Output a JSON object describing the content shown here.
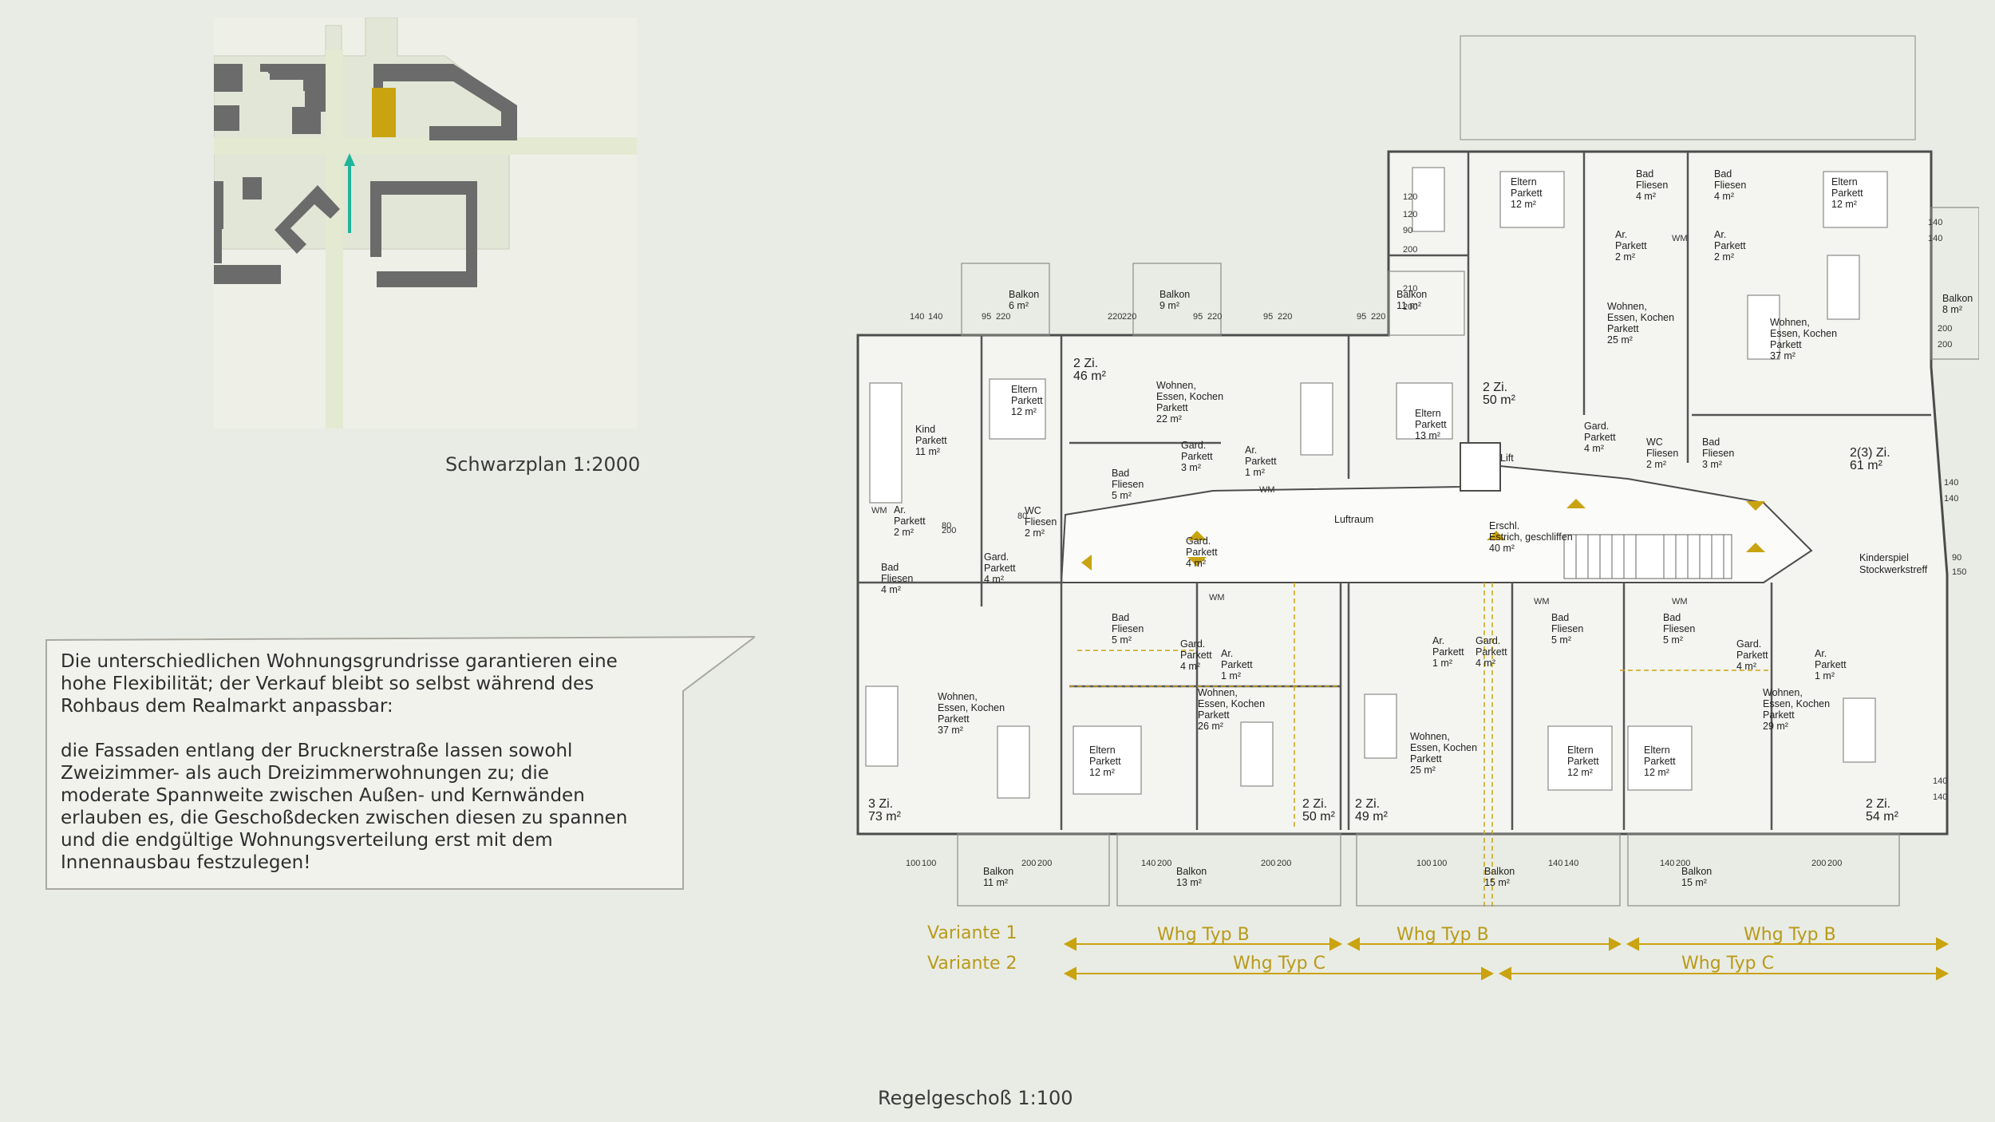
{
  "site_plan": {
    "caption": "Schwarzplan 1:2000",
    "highlight_color": "#c9a310",
    "north_arrow_color": "#1fb59a"
  },
  "description": {
    "paragraph_1": "Die unterschiedlichen Wohnungsgrundrisse garantieren eine hohe Flexibilität; der Verkauf bleibt so selbst während des Rohbaus dem Realmarkt anpassbar:",
    "paragraph_2": "die Fassaden entlang der Brucknerstraße lassen sowohl Zweizimmer- als auch Dreizimmerwohnungen zu; die moderate Spannweite zwischen Außen- und Kernwänden erlauben es, die Geschoßdecken zwischen diesen zu spannen und die endgültige Wohnungsverteilung erst mit dem Innennausbau festzulegen!"
  },
  "plan": {
    "caption": "Regelgeschoß 1:100",
    "accent_color": "#c9a310",
    "apartments": [
      {
        "label": "2 Zi.",
        "area": "46 m²"
      },
      {
        "label": "2 Zi.",
        "area": "50 m²"
      },
      {
        "label": "2(3) Zi.",
        "area": "61 m²"
      },
      {
        "label": "3 Zi.",
        "area": "73 m²"
      },
      {
        "label": "2 Zi.",
        "area": "50 m²"
      },
      {
        "label": "2 Zi.",
        "area": "49 m²"
      },
      {
        "label": "2 Zi.",
        "area": "54 m²"
      }
    ],
    "rooms": [
      {
        "name": "Eltern",
        "floor": "Parkett",
        "area": "12 m²"
      },
      {
        "name": "Bad",
        "floor": "Fliesen",
        "area": "4 m²"
      },
      {
        "name": "Bad",
        "floor": "Fliesen",
        "area": "4 m²"
      },
      {
        "name": "Eltern",
        "floor": "Parkett",
        "area": "12 m²"
      },
      {
        "name": "Ar.",
        "floor": "Parkett",
        "area": "2 m²"
      },
      {
        "name": "Ar.",
        "floor": "Parkett",
        "area": "2 m²"
      },
      {
        "name": "Wohnen, Essen, Kochen",
        "floor": "Parkett",
        "area": "25 m²"
      },
      {
        "name": "Wohnen, Essen, Kochen",
        "floor": "Parkett",
        "area": "37 m²"
      },
      {
        "name": "Eltern",
        "floor": "Parkett",
        "area": "12 m²"
      },
      {
        "name": "Kind",
        "floor": "Parkett",
        "area": "11 m²"
      },
      {
        "name": "Wohnen, Essen, Kochen",
        "floor": "Parkett",
        "area": "22 m²"
      },
      {
        "name": "Eltern",
        "floor": "Parkett",
        "area": "13 m²"
      },
      {
        "name": "Gard.",
        "floor": "Parkett",
        "area": "3 m²"
      },
      {
        "name": "Bad",
        "floor": "Fliesen",
        "area": "5 m²"
      },
      {
        "name": "Ar.",
        "floor": "Parkett",
        "area": "1 m²"
      },
      {
        "name": "Gard.",
        "floor": "Parkett",
        "area": "4 m²"
      },
      {
        "name": "WC",
        "floor": "Fliesen",
        "area": "2 m²"
      },
      {
        "name": "Bad",
        "floor": "Fliesen",
        "area": "3 m²"
      },
      {
        "name": "Gard.",
        "floor": "Parkett",
        "area": "4 m²"
      },
      {
        "name": "Ar.",
        "floor": "Parkett",
        "area": "2 m²"
      },
      {
        "name": "WC",
        "floor": "Fliesen",
        "area": "2 m²"
      },
      {
        "name": "Bad",
        "floor": "Fliesen",
        "area": "4 m²"
      },
      {
        "name": "Gard.",
        "floor": "Parkett",
        "area": "4 m²"
      },
      {
        "name": "Wohnen, Essen, Kochen",
        "floor": "Parkett",
        "area": "37 m²"
      },
      {
        "name": "Bad",
        "floor": "Fliesen",
        "area": "5 m²"
      },
      {
        "name": "Gard.",
        "floor": "Parkett",
        "area": "4 m²"
      },
      {
        "name": "Ar.",
        "floor": "Parkett",
        "area": "1 m²"
      },
      {
        "name": "Wohnen, Essen, Kochen",
        "floor": "Parkett",
        "area": "26 m²"
      },
      {
        "name": "Eltern",
        "floor": "Parkett",
        "area": "12 m²"
      },
      {
        "name": "Ar.",
        "floor": "Parkett",
        "area": "1 m²"
      },
      {
        "name": "Gard.",
        "floor": "Parkett",
        "area": "4 m²"
      },
      {
        "name": "Wohnen, Essen, Kochen",
        "floor": "Parkett",
        "area": "25 m²"
      },
      {
        "name": "Bad",
        "floor": "Fliesen",
        "area": "5 m²"
      },
      {
        "name": "Bad",
        "floor": "Fliesen",
        "area": "5 m²"
      },
      {
        "name": "Eltern",
        "floor": "Parkett",
        "area": "12 m²"
      },
      {
        "name": "Eltern",
        "floor": "Parkett",
        "area": "12 m²"
      },
      {
        "name": "Gard.",
        "floor": "Parkett",
        "area": "4 m²"
      },
      {
        "name": "Ar.",
        "floor": "Parkett",
        "area": "1 m²"
      },
      {
        "name": "Wohnen, Essen, Kochen",
        "floor": "Parkett",
        "area": "29 m²"
      }
    ],
    "balconies": [
      {
        "name": "Balkon",
        "area": "6 m²"
      },
      {
        "name": "Balkon",
        "area": "9 m²"
      },
      {
        "name": "Balkon",
        "area": "11 m²"
      },
      {
        "name": "Balkon",
        "area": "8 m²"
      },
      {
        "name": "Balkon",
        "area": "11 m²"
      },
      {
        "name": "Balkon",
        "area": "13 m²"
      },
      {
        "name": "Balkon",
        "area": "15 m²"
      },
      {
        "name": "Balkon",
        "area": "15 m²"
      }
    ],
    "core": {
      "lift": "Lift",
      "luftraum": "Luftraum",
      "hall_name": "Erschl.",
      "hall_floor": "Estrich, geschliffen",
      "hall_area": "40 m²",
      "play_1": "Kinderspiel",
      "play_2": "Stockwerkstreff"
    },
    "dims": [
      "140",
      "95",
      "220",
      "80",
      "200",
      "120",
      "90",
      "210",
      "150",
      "100",
      "WM"
    ],
    "variants": {
      "label_1": "Variante  1",
      "label_2": "Variante  2",
      "v1": [
        "Whg Typ B",
        "Whg Typ B",
        "Whg Typ B"
      ],
      "v2": [
        "Whg Typ C",
        "Whg Typ C"
      ]
    }
  }
}
